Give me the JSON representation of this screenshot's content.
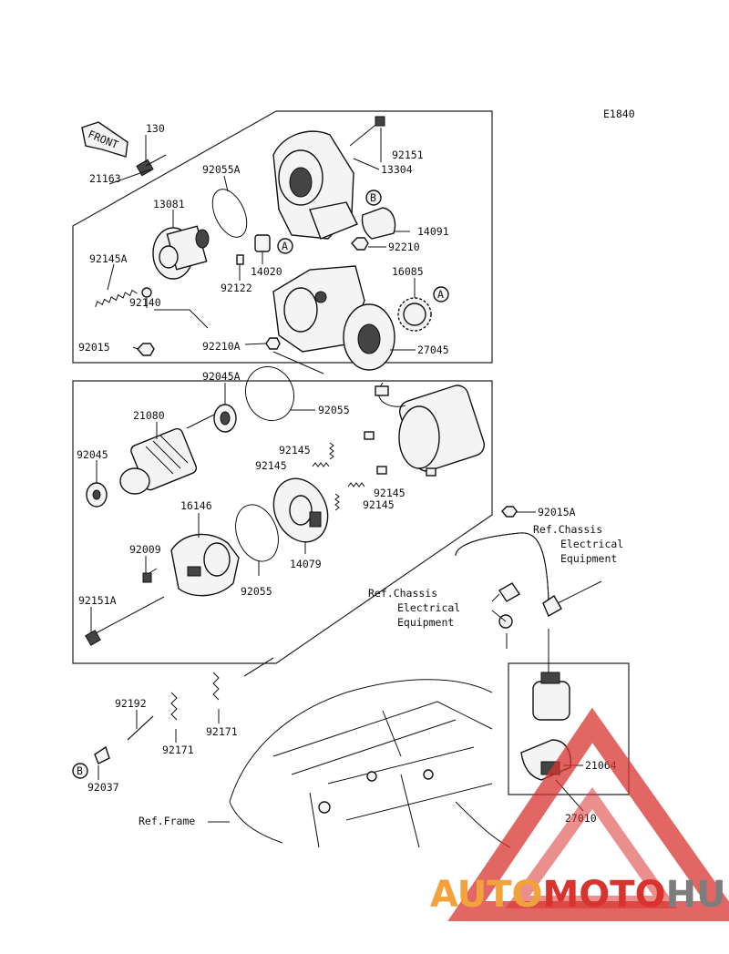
{
  "diagram_code": "E1840",
  "front_label": "FRONT",
  "labels": {
    "p130": "130",
    "p21163": "21163",
    "p92055A": "92055A",
    "p13081": "13081",
    "p92145A": "92145A",
    "p92140": "92140",
    "p92015": "92015",
    "p92210A": "92210A",
    "p92151": "92151",
    "p13304": "13304",
    "p14091": "14091",
    "p92210": "92210",
    "p14020": "14020",
    "p92122": "92122",
    "p16085": "16085",
    "p27045": "27045",
    "p92045A": "92045A",
    "p21080": "21080",
    "p92055": "92055",
    "p92045": "92045",
    "p92145_a": "92145",
    "p92145_b": "92145",
    "p92145_c": "92145",
    "p92145_d": "92145",
    "p16146": "16146",
    "p92009": "92009",
    "p14079": "14079",
    "p92055_b": "92055",
    "p92151A": "92151A",
    "p92015A": "92015A",
    "p92192": "92192",
    "p92171_a": "92171",
    "p92171_b": "92171",
    "p92037": "92037",
    "p21064": "21064",
    "p27010": "27010",
    "ref_chassis_1": "Ref.Chassis",
    "ref_elec_1": "Electrical",
    "ref_equip_1": "Equipment",
    "ref_chassis_2": "Ref.Chassis",
    "ref_elec_2": "Electrical",
    "ref_equip_2": "Equipment",
    "ref_frame": "Ref.Frame"
  },
  "markers": {
    "A1": "A",
    "A2": "A",
    "B1": "B",
    "B2": "B"
  },
  "watermark": {
    "part1": "AUTO",
    "part2": "MOTO",
    "part3": "HUB",
    "colors": {
      "red": "#d8332f",
      "orange": "#f2a23a",
      "gray": "#7d7d7d"
    }
  }
}
